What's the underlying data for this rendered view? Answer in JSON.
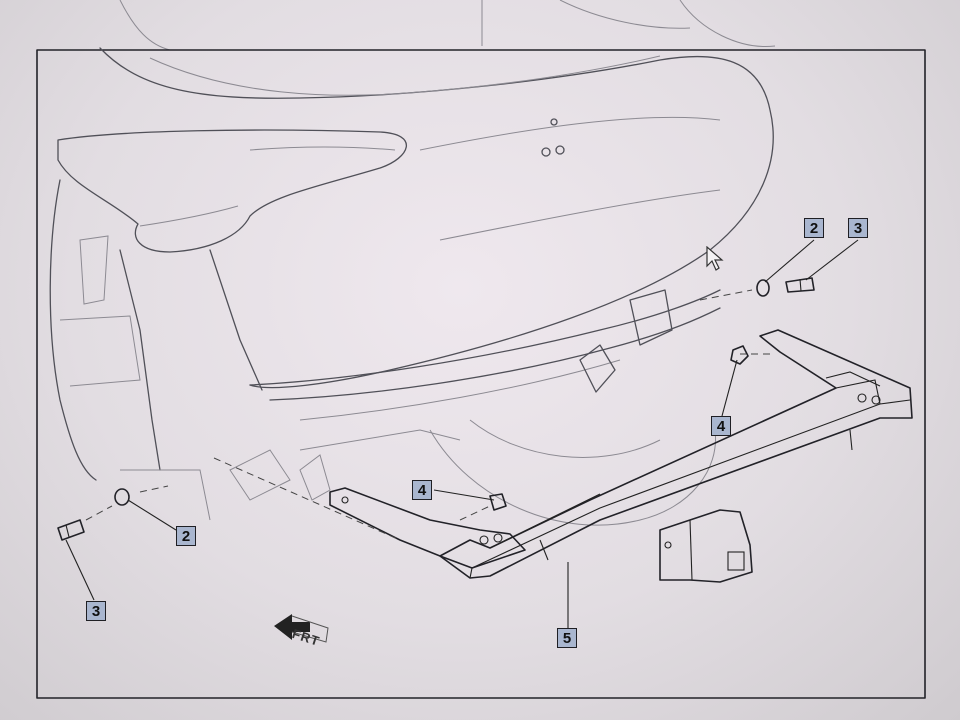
{
  "callouts": {
    "c2_right": "2",
    "c3_right": "3",
    "c4_right": "4",
    "c4_mid": "4",
    "c2_left": "2",
    "c3_left": "3",
    "c5": "5"
  },
  "frt_label": "FRT",
  "colors": {
    "callout_fill": "#a9b6cf",
    "line_color": "#505058",
    "frame_color": "#222228"
  }
}
